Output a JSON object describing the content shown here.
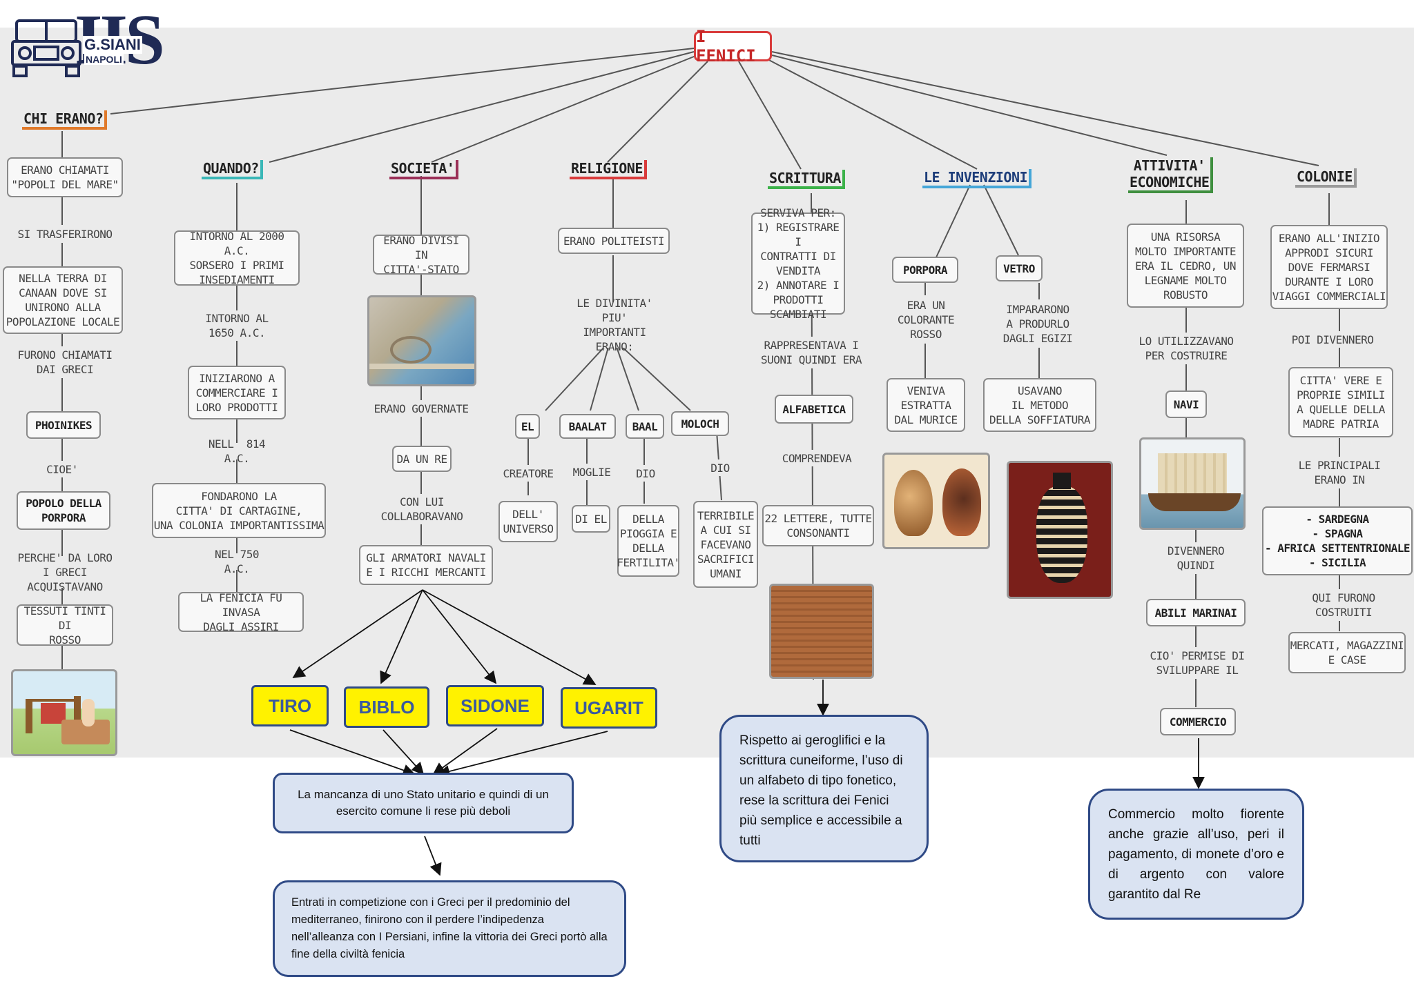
{
  "logo": {
    "top": "IIS",
    "line1": "G.SIANI",
    "line2": "NAPOLI"
  },
  "title": "I FENICI",
  "colors": {
    "title_border": "#d93b3b",
    "yellow_box": "#fff200",
    "note_bg": "#dae3f2",
    "note_border": "#2f4a86",
    "map_bg": "#ebebeb"
  },
  "headers": {
    "chi": "CHI ERANO?",
    "quando": "QUANDO?",
    "societa": "SOCIETA'",
    "religione": "RELIGIONE",
    "scrittura": "SCRITTURA",
    "invenzioni": "LE INVENZIONI",
    "attivita": "ATTIVITA'\nECONOMICHE",
    "colonie": "COLONIE"
  },
  "chi": {
    "n1": "ERANO CHIAMATI\n\"POPOLI DEL MARE\"",
    "n2": "SI TRASFERIRONO",
    "n3": "NELLA TERRA DI\nCANAAN DOVE SI\nUNIRONO ALLA\nPOPOLAZIONE LOCALE",
    "n4": "FURONO CHIAMATI\nDAI GRECI",
    "n5": "PHOINIKES",
    "n6": "CIOE'",
    "n7": "POPOLO DELLA\nPORPORA",
    "n8": "PERCHE' DA LORO\nI GRECI ACQUISTAVANO",
    "n9": "TESSUTI TINTI DI\nROSSO"
  },
  "quando": {
    "n1": "INTORNO AL 2000 A.C.\nSORSERO I PRIMI\nINSEDIAMENTI",
    "n2": "INTORNO AL\n1650 A.C.",
    "n3": "INIZIARONO A\nCOMMERCIARE I\nLORO PRODOTTI",
    "n4": "NELL' 814 A.C.",
    "n5": "FONDARONO LA\nCITTA' DI CARTAGINE,\nUNA COLONIA IMPORTANTISSIMA",
    "n6": "NEL 750 A.C.",
    "n7": "LA FENICIA FU INVASA\nDAGLI ASSIRI"
  },
  "societa": {
    "n1": "ERANO DIVISI IN\nCITTA'-STATO",
    "n2": "ERANO GOVERNATE",
    "n3": "DA UN RE",
    "n4": "CON LUI\nCOLLABORAVANO",
    "n5": "GLI ARMATORI NAVALI\nE I RICCHI MERCANTI"
  },
  "religione": {
    "n1": "ERANO POLITEISTI",
    "n2": "LE DIVINITA' PIU'\nIMPORTANTI\nERANO:",
    "el": "EL",
    "baalat": "BAALAT",
    "baal": "BAAL",
    "moloch": "MOLOCH",
    "creatore": "CREATORE",
    "moglie": "MOGLIE",
    "dio1": "DIO",
    "dio2": "DIO",
    "universo": "DELL'\nUNIVERSO",
    "diel": "DI EL",
    "pioggia": "DELLA\nPIOGGIA E\nDELLA\nFERTILITA'",
    "terribile": "TERRIBILE\nA CUI SI\nFACEVANO\nSACRIFICI\nUMANI"
  },
  "scrittura": {
    "n1": "SERVIVA PER:\n1) REGISTRARE I\nCONTRATTI DI\nVENDITA\n2) ANNOTARE I\nPRODOTTI SCAMBIATI",
    "n2": "RAPPRESENTAVA I\nSUONI QUINDI ERA",
    "n3": "ALFABETICA",
    "n4": "COMPRENDEVA",
    "n5": "22 LETTERE, TUTTE\nCONSONANTI"
  },
  "invenzioni": {
    "porpora": "PORPORA",
    "vetro": "VETRO",
    "p1": "ERA UN\nCOLORANTE\nROSSO",
    "p2": "VENIVA\nESTRATTA\nDAL MURICE",
    "v1": "IMPARARONO\nA PRODURLO\nDAGLI EGIZI",
    "v2": "USAVANO\nIL METODO\nDELLA SOFFIATURA"
  },
  "attivita": {
    "n1": "UNA RISORSA\nMOLTO IMPORTANTE\nERA IL CEDRO, UN\nLEGNAME MOLTO\nROBUSTO",
    "n2": "LO UTILIZZAVANO\nPER COSTRUIRE",
    "n3": "NAVI",
    "n4": "DIVENNERO\nQUINDI",
    "n5": "ABILI MARINAI",
    "n6": "CIO' PERMISE DI\nSVILUPPARE IL",
    "n7": "COMMERCIO"
  },
  "colonie": {
    "n1": "ERANO ALL'INIZIO\nAPPRODI SICURI\nDOVE FERMARSI\nDURANTE I LORO\nVIAGGI COMMERCIALI",
    "n2": "POI DIVENNERO",
    "n3": "CITTA' VERE E\nPROPRIE SIMILI\nA QUELLE DELLA\nMADRE PATRIA",
    "n4": "LE PRINCIPALI\nERANO IN",
    "n5": "- SARDEGNA\n- SPAGNA\n- AFRICA SETTENTRIONALE\n- SICILIA",
    "n6": "QUI FURONO\nCOSTRUITI",
    "n7": "MERCATI, MAGAZZINI\nE CASE"
  },
  "cities": [
    "TIRO",
    "BIBLO",
    "SIDONE",
    "UGARIT"
  ],
  "notes": {
    "deboli": "La mancanza di uno Stato unitario e quindi di un esercito comune li rese più deboli",
    "greci": "Entrati in competizione con i Greci per il predominio del mediterraneo, finirono con il perdere l’indipedenza nell’alleanza con I Persiani, infine la vittoria dei Greci portò alla fine della civiltà fenicia",
    "alfabeto": "Rispetto ai geroglifici e la scrittura cuneiforme, l’uso di un alfabeto di tipo fonetico, rese la scrittura dei Fenici più semplice e accessibile a tutti",
    "commercio": "Commercio molto fiorente anche grazie all’uso, peri il pagamento, di monete d’oro e di argento con valore garantito dal Re"
  }
}
